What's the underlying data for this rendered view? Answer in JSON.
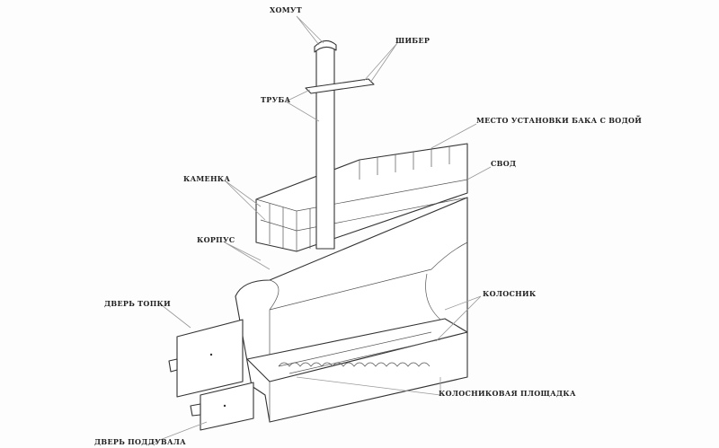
{
  "labels": {
    "clamp": "ХОМУТ",
    "damper": "ШИБЕР",
    "pipe": "ТРУБА",
    "tank_place": "МЕСТО УСТАНОВКИ БАКА С ВОДОЙ",
    "vault": "СВОД",
    "heater": "КАМЕНКА",
    "body": "КОРПУС",
    "firebox_door": "ДВЕРЬ ТОПКИ",
    "grate": "КОЛОСНИК",
    "grate_platform": "КОЛОСНИКОВАЯ ПЛОЩАДКА",
    "ash_door": "ДВЕРЬ ПОДДУВАЛА"
  }
}
